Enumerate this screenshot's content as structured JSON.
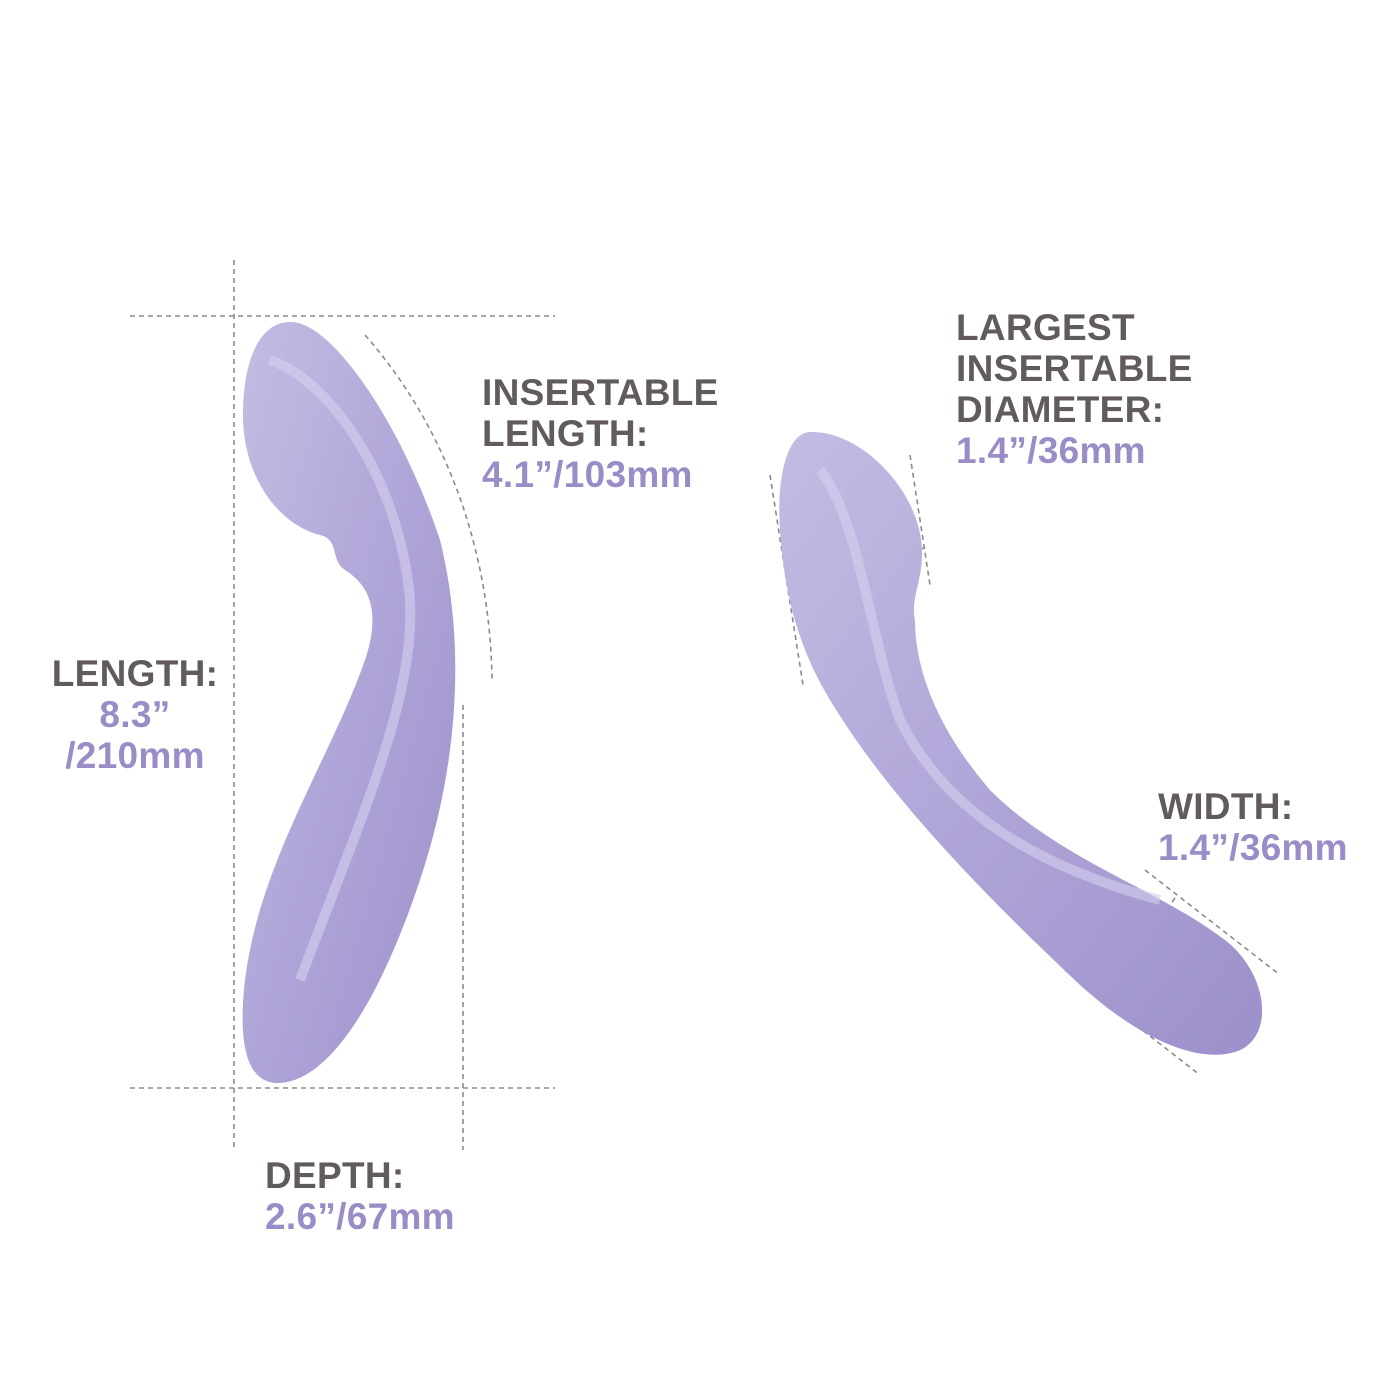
{
  "colors": {
    "label": "#625b5e",
    "value": "#9a8cc6",
    "product": "#b3a8d8",
    "product_dark": "#9585c2",
    "guide": "#8a8a8a"
  },
  "labels": {
    "length": {
      "title": "LENGTH:",
      "value_line1": "8.3”",
      "value_line2": "/210mm"
    },
    "insertable_length": {
      "title_line1": "INSERTABLE",
      "title_line2": "LENGTH:",
      "value": "4.1”/103mm"
    },
    "depth": {
      "title": "DEPTH:",
      "value": "2.6”/67mm"
    },
    "largest_diameter": {
      "title_line1": "LARGEST",
      "title_line2": "INSERTABLE",
      "title_line3": "DIAMETER:",
      "value": "1.4”/36mm"
    },
    "width": {
      "title": "WIDTH:",
      "value": "1.4”/36mm"
    }
  }
}
